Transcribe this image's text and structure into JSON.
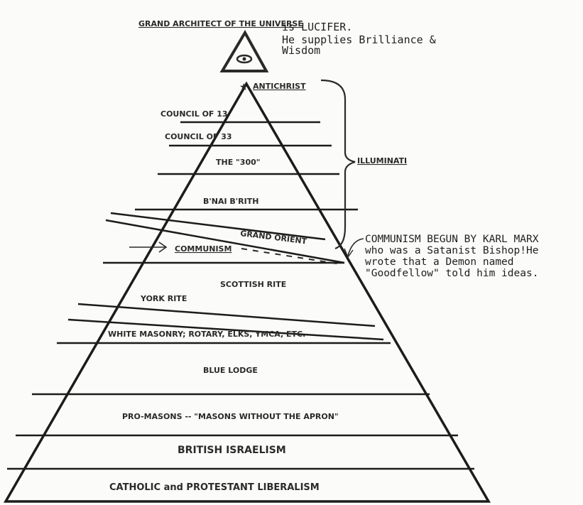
{
  "top": {
    "title": "GRAND ARCHITECT OF THE UNIVERSE",
    "note_line1": "is LUCIFER.",
    "note_line2": "He supplies Brilliance &",
    "note_line3": "Wisdom"
  },
  "pyramid": {
    "apex_label": "ANTICHRIST",
    "bracket_label": "ILLUMINATI",
    "tiers": [
      "COUNCIL OF 13",
      "COUNCIL OF 33",
      "THE \"300\"",
      "B'NAI B'RITH",
      "GRAND ORIENT",
      "COMMUNISM",
      "SCOTTISH RITE",
      "YORK RITE",
      "WHITE MASONRY; ROTARY, ELKS, YMCA, ETC.",
      "BLUE LODGE",
      "PRO-MASONS -- \"MASONS WITHOUT THE APRON\"",
      "BRITISH ISRAELISM",
      "CATHOLIC and PROTESTANT LIBERALISM"
    ]
  },
  "annotation": {
    "line1": "COMMUNISM BEGUN BY KARL MARX",
    "line2": "who was a Satanist Bishop!He",
    "line3": "wrote that a Demon named",
    "line4": "\"Goodfellow\" told him ideas."
  },
  "icons": {
    "apex_triangle": "all-seeing-eye-icon",
    "apex_star": "star-icon",
    "left_arrow": "arrow-right-icon"
  },
  "colors": {
    "ink": "#2a2a2a",
    "paper": "#fbfbf9"
  }
}
